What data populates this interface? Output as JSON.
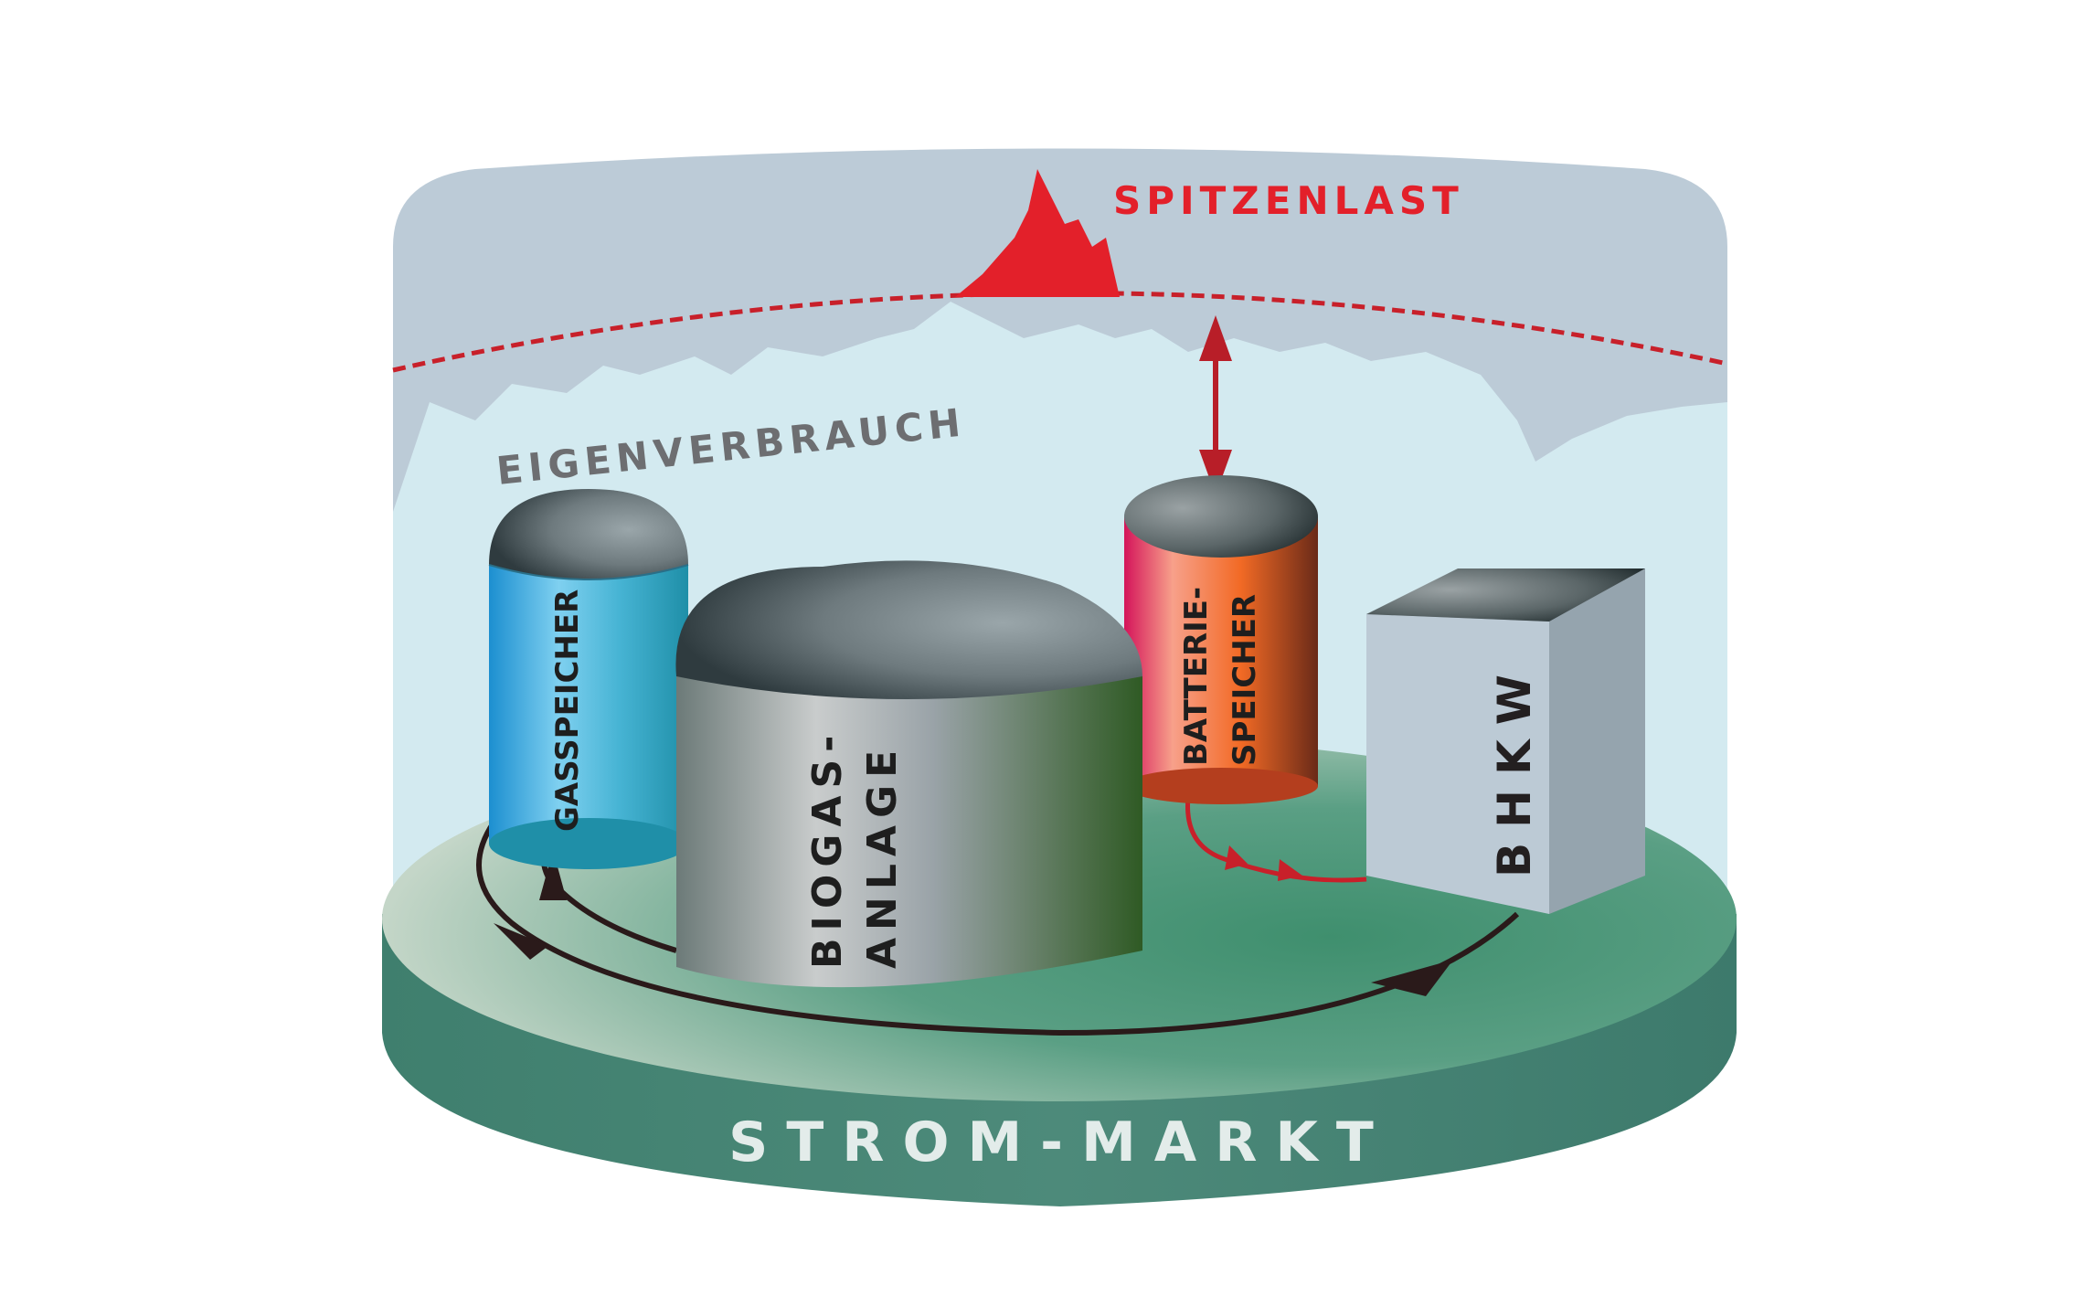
{
  "labels": {
    "peak_load": "SPITZENLAST",
    "self_consumption": "EIGENVERBRAUCH",
    "gas_storage": "GASSPEICHER",
    "biogas_line1": "BIOGAS-",
    "biogas_line2": "ANLAGE",
    "battery_line1": "BATTERIE-",
    "battery_line2": "SPEICHER",
    "chp": "BHKW",
    "market": "STROM-MARKT"
  },
  "colors": {
    "peak": "#e3202a",
    "self_consumption_text": "#6d6e71",
    "dome": "#bccbd7",
    "sky": "#d3eaf0",
    "base_top": "#4a9a7d",
    "base_side": "#4d8a7a",
    "gas_storage": "#3ba8d8",
    "biogas": "#8e9aa0",
    "battery": "#f26a25",
    "chp": "#bccad5",
    "flow_arrow": "#2a1a1a"
  }
}
